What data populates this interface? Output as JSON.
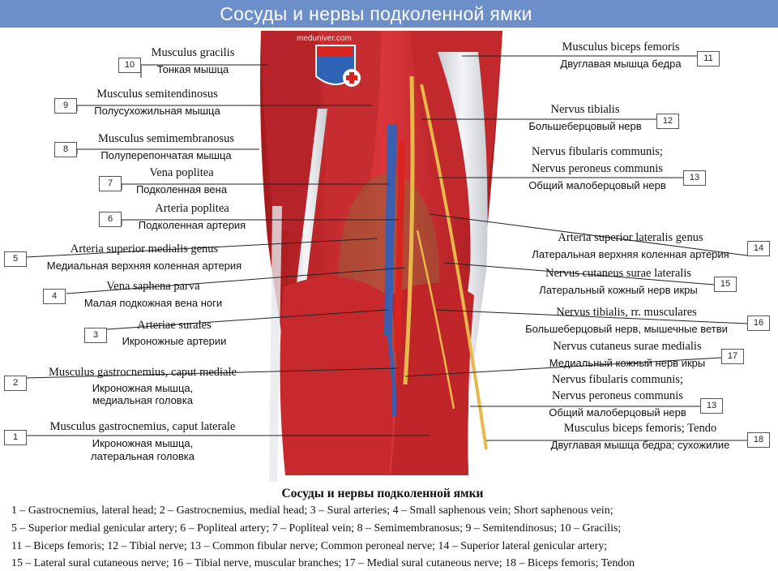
{
  "title": "Сосуды и нервы подколенной ямки",
  "watermark": "meduniver.com",
  "labels_left": [
    {
      "num": "10",
      "lat": "Musculus gracilis",
      "rus": "Тонкая мышца"
    },
    {
      "num": "9",
      "lat": "Musculus semitendinosus",
      "rus": "Полусухожильная мышца"
    },
    {
      "num": "8",
      "lat": "Musculus semimembranosus",
      "rus": "Полуперепончатая мышца"
    },
    {
      "num": "7",
      "lat": "Vena poplitea",
      "rus": "Подколенная вена"
    },
    {
      "num": "6",
      "lat": "Arteria poplitea",
      "rus": "Подколенная артерия"
    },
    {
      "num": "5",
      "lat": "Arteria superior medialis genus",
      "rus": "Медиальная верхняя коленная артерия"
    },
    {
      "num": "4",
      "lat": "Vena saphena parva",
      "rus": "Малая подкожная вена ноги"
    },
    {
      "num": "3",
      "lat": "Arteriae surales",
      "rus": "Икроножные артерии"
    },
    {
      "num": "2",
      "lat": "Musculus gastrocnemius, caput mediale",
      "rus": "Икроножная мышца,",
      "rus2": "медиальная головка"
    },
    {
      "num": "1",
      "lat": "Musculus gastrocnemius, caput laterale",
      "rus": "Икроножная мышца,",
      "rus2": "латеральная головка"
    }
  ],
  "labels_right": [
    {
      "num": "11",
      "lat": "Musculus biceps femoris",
      "rus": "Двуглавая мышца бедра"
    },
    {
      "num": "12",
      "lat": "Nervus tibialis",
      "rus": "Большеберцовый нерв"
    },
    {
      "num": "13",
      "lat": "Nervus fibularis communis;",
      "lat2": "Nervus peroneus communis",
      "rus": "Общий малоберцовый нерв"
    },
    {
      "num": "14",
      "lat": "Arteria superior lateralis genus",
      "rus": "Латеральная верхняя коленная артерия"
    },
    {
      "num": "15",
      "lat": "Nervus cutaneus surae lateralis",
      "rus": "Латеральный кожный нерв икры"
    },
    {
      "num": "16",
      "lat": "Nervus tibialis, rr. musculares",
      "rus": "Большеберцовый нерв, мышечные ветви"
    },
    {
      "num": "17",
      "lat": "Nervus cutaneus surae medialis",
      "rus": "Медиальный кожный нерв икры"
    },
    {
      "num": "13",
      "lat": "Nervus fibularis communis;",
      "lat2": "Nervus peroneus communis",
      "rus": "Общий малоберцовый нерв"
    },
    {
      "num": "18",
      "lat": "Musculus biceps femoris; Tendo",
      "rus": "Двуглавая мышца бедра; сухожилие"
    }
  ],
  "caption": {
    "title": "Сосуды и нервы подколенной ямки",
    "lines": [
      "1 – Gastrocnemius, lateral head; 2 – Gastrocnemius, medial head; 3 – Sural arteries; 4 – Small saphenous vein; Short saphenous vein;",
      "5 – Superior medial genicular artery; 6 – Popliteal artery; 7 – Popliteal vein; 8 – Semimembranosus; 9 – Semitendinosus; 10 – Gracilis;",
      "11 – Biceps femoris; 12 – Tibial nerve; 13 – Common fibular nerve; Common peroneal nerve; 14 – Superior lateral genicular artery;",
      "15 – Lateral sural cutaneous nerve; 16 – Tibial nerve, muscular branches; 17 – Medial sural cutaneous nerve; 18 – Biceps femoris; Tendon"
    ]
  },
  "colors": {
    "banner": "#6c8ec9",
    "muscle": "#c8282a",
    "artery": "#d8231f",
    "vein": "#3a5fb0",
    "nerve": "#e8b84a",
    "tendon": "#e9ebee"
  }
}
